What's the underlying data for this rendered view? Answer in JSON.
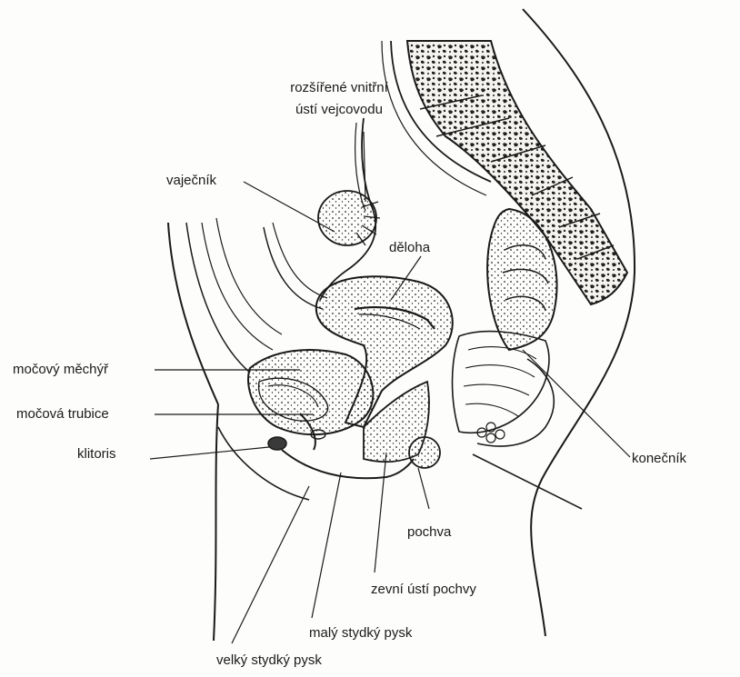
{
  "labels": {
    "oviduct_line1": "rozšířené vnitřní",
    "oviduct_line2": "ústí vejcovodu",
    "ovary": "vaječník",
    "uterus": "děloha",
    "bladder": "močový měchýř",
    "urethra": "močová trubice",
    "clitoris": "klitoris",
    "rectum": "konečník",
    "vagina": "pochva",
    "vaginal_opening": "zevní ústí pochvy",
    "labia_minora": "malý stydký pysk",
    "labia_majora": "velký stydký pysk"
  },
  "colors": {
    "ink": "#1a1a1a",
    "paper": "#fdfdfb",
    "stipple_fill": "#e9e6df",
    "dark_fill": "#3a3a3a"
  }
}
